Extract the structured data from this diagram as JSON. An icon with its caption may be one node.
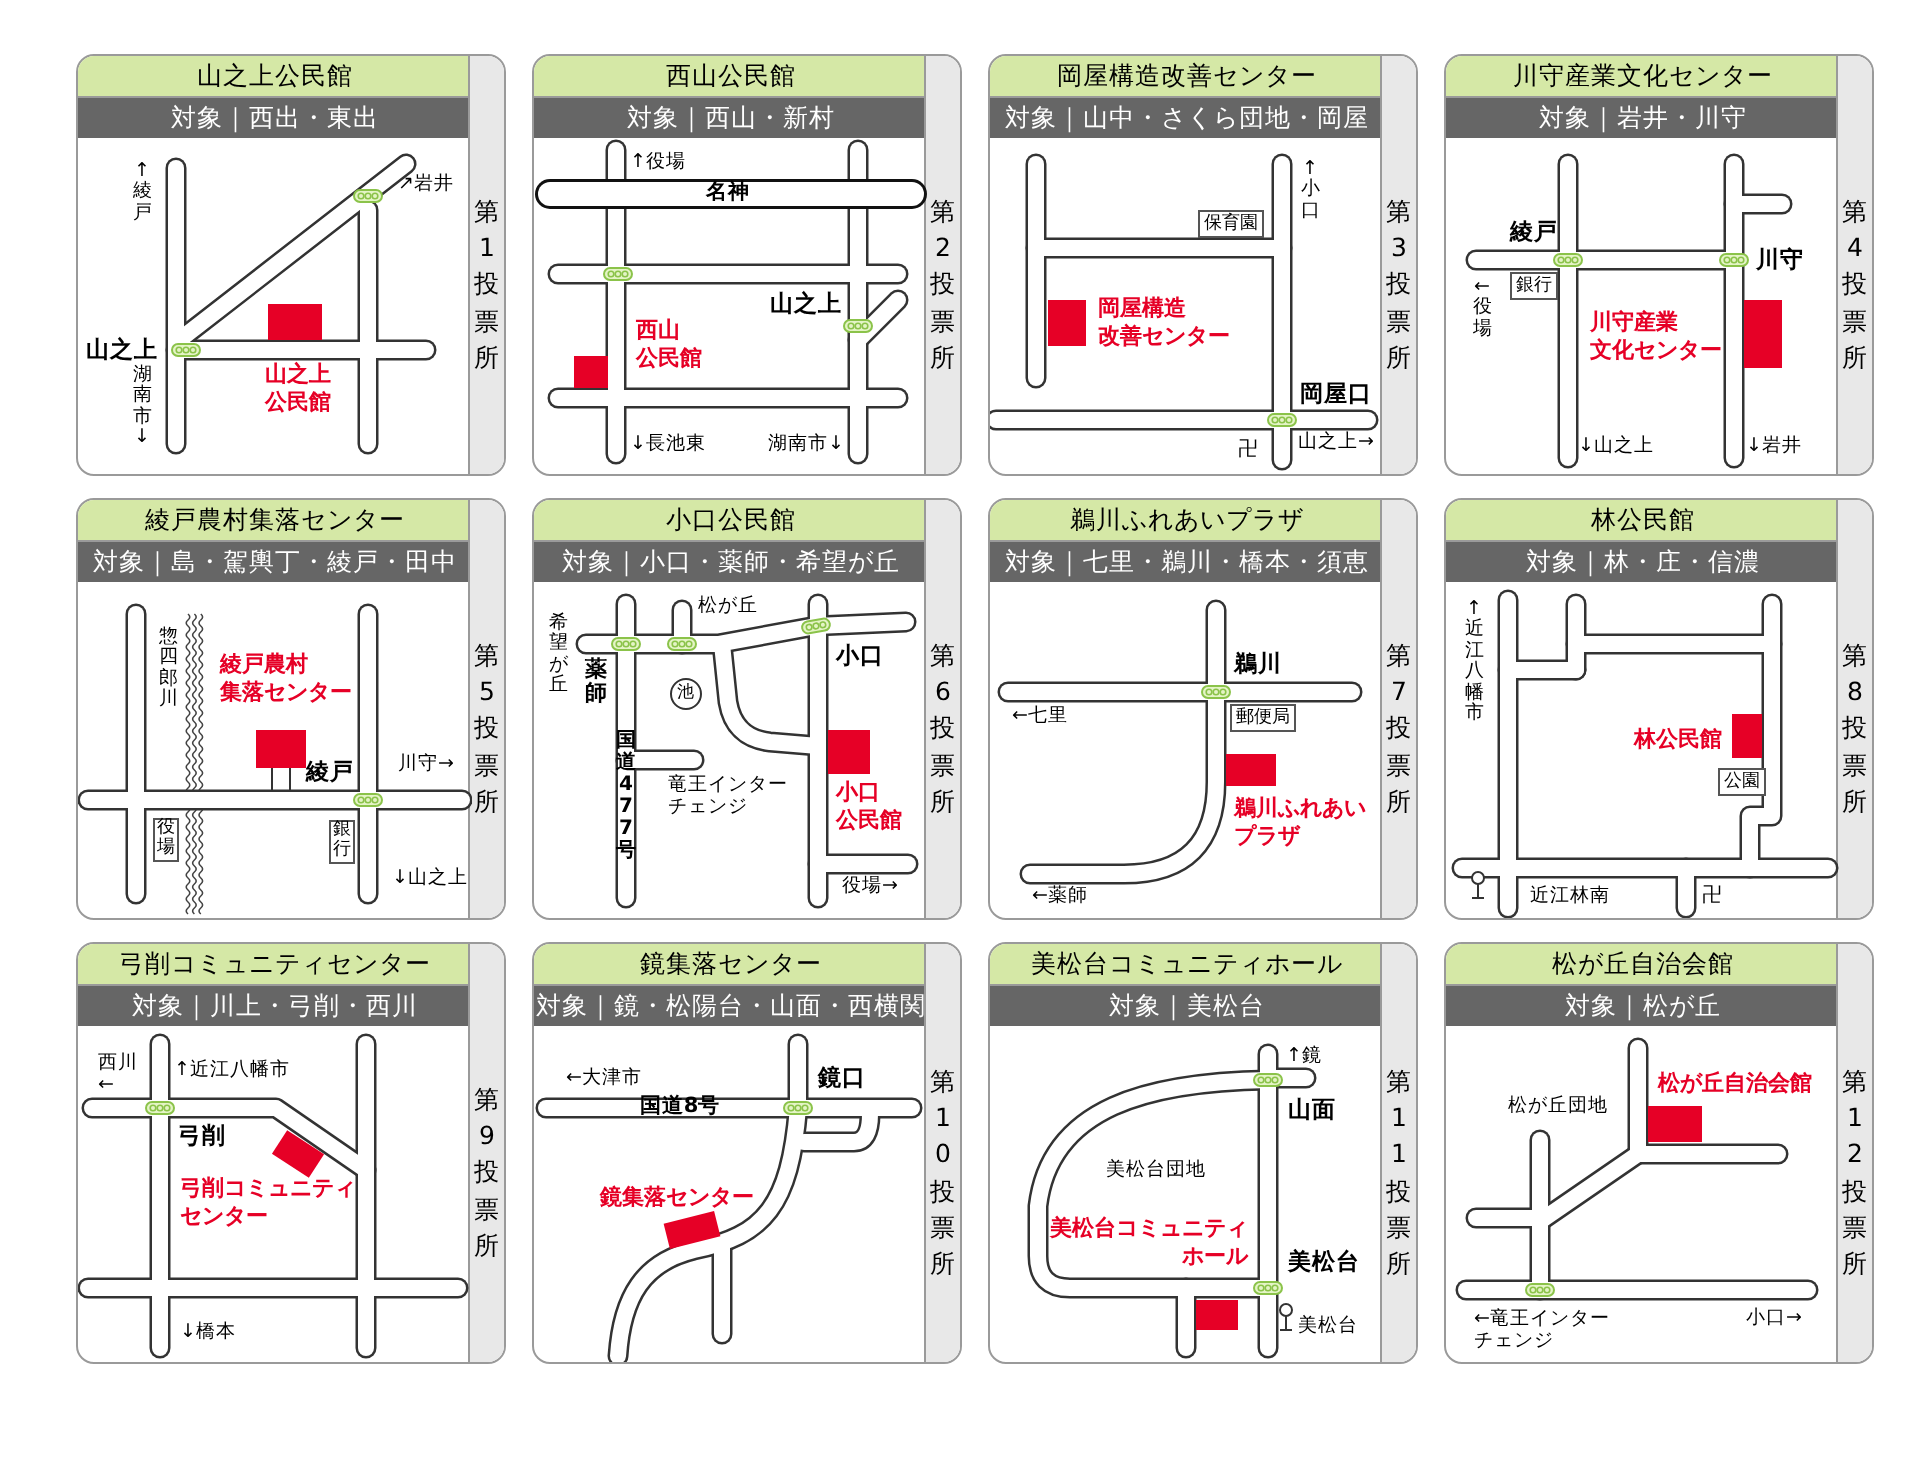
{
  "diagram": {
    "nodes": [
      {
        "text": [
          "山之上公民館",
          "対象｜西出・東出",
          "第1投票所",
          "↑綾戸",
          "↗岩井",
          "山之上",
          "湖南市↓",
          "山之上公民館"
        ]
      },
      {
        "text": [
          "西山公民館",
          "対象｜西山・新村",
          "第2投票所",
          "↑役場",
          "名神",
          "山之上",
          "西山公民館",
          "↓長池東",
          "湖南市↓"
        ]
      },
      {
        "text": [
          "岡屋構造改善センター",
          "対象｜山中・さくら団地・岡屋",
          "第3投票所",
          "↑小口",
          "保育園",
          "岡屋構造改善センター",
          "岡屋口",
          "卍",
          "山之上→"
        ]
      },
      {
        "text": [
          "川守産業文化センター",
          "対象｜岩井・川守",
          "第4投票所",
          "綾戸",
          "川守",
          "銀行",
          "←役場",
          "川守産業文化センター",
          "↓山之上",
          "↓岩井"
        ]
      },
      {
        "text": [
          "綾戸農村集落センター",
          "対象｜島・駕輿丁・綾戸・田中",
          "第5投票所",
          "惣四郎川",
          "綾戸農村集落センター",
          "綾戸",
          "川守→",
          "役場",
          "銀行",
          "↓山之上"
        ]
      },
      {
        "text": [
          "小口公民館",
          "対象｜小口・薬師・希望が丘",
          "第6投票所",
          "希望が丘",
          "薬師",
          "松が丘",
          "小口",
          "池",
          "国道477号",
          "竜王インターチェンジ",
          "小口公民館",
          "役場→"
        ]
      },
      {
        "text": [
          "鵜川ふれあいプラザ",
          "対象｜七里・鵜川・橋本・須恵",
          "第7投票所",
          "鵜川",
          "←七里",
          "郵便局",
          "鵜川ふれあいプラザ",
          "←薬師"
        ]
      },
      {
        "text": [
          "林公民館",
          "対象｜林・庄・信濃",
          "第8投票所",
          "↑近江八幡市",
          "林公民館",
          "公園",
          "近江林南",
          "卍"
        ]
      },
      {
        "text": [
          "弓削コミュニティセンター",
          "対象｜川上・弓削・西川",
          "第9投票所",
          "西川←",
          "↑近江八幡市",
          "弓削",
          "弓削コミュニティセンター",
          "↓橋本"
        ]
      },
      {
        "text": [
          "鏡集落センター",
          "対象｜鏡・松陽台・山面・西横関",
          "第10投票所",
          "←大津市",
          "鏡口",
          "国道8号",
          "鏡集落センター"
        ]
      },
      {
        "text": [
          "美松台コミュニティホール",
          "対象｜美松台",
          "第11投票所",
          "↑鏡",
          "山面",
          "美松台団地",
          "美松台コミュニティホール",
          "美松台",
          "美松台"
        ]
      },
      {
        "text": [
          "松が丘自治会館",
          "対象｜松が丘",
          "第12投票所",
          "松が丘自治会館",
          "松が丘団地",
          "←竜王インターチェンジ",
          "小口→"
        ]
      }
    ]
  }
}
